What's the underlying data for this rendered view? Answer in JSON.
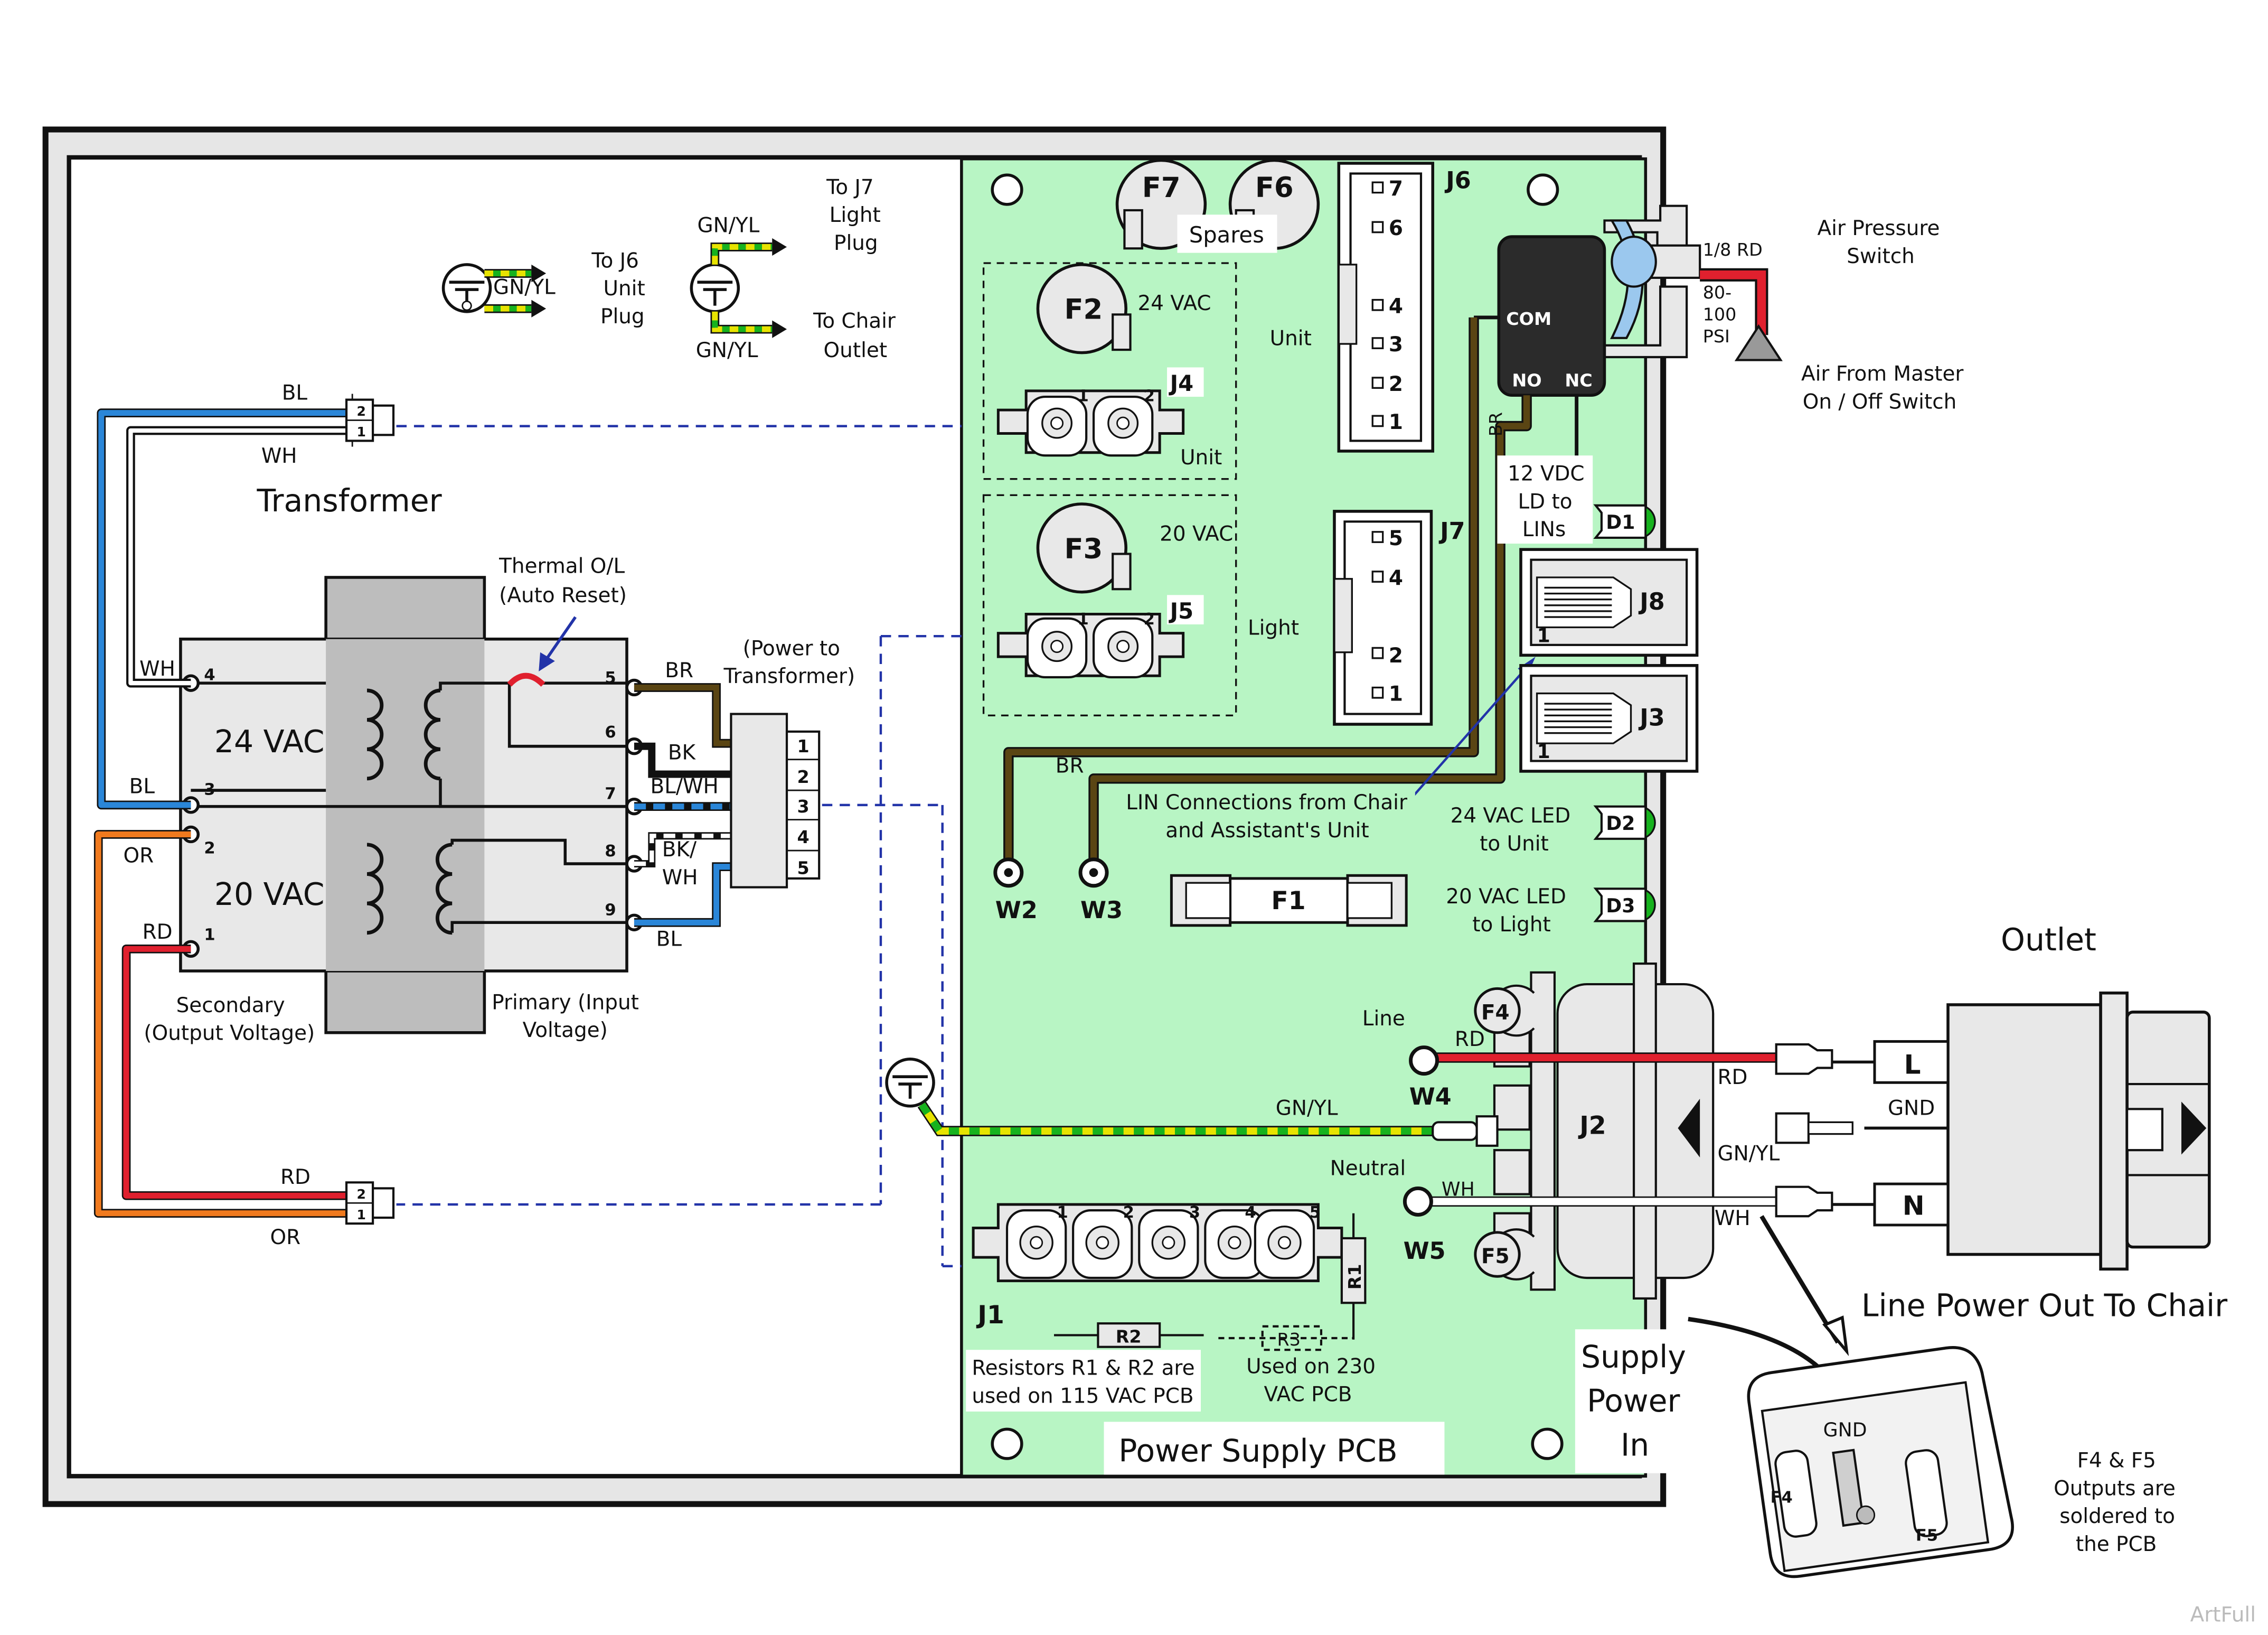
{
  "title": "Power Supply PCB",
  "transformer": {
    "label": "Transformer",
    "secondary_24": "24 VAC",
    "secondary_20": "20 VAC",
    "thermal": [
      "Thermal O/L",
      "(Auto Reset)"
    ],
    "secondary_caption": [
      "Secondary",
      "(Output Voltage)"
    ],
    "primary_caption": [
      "Primary (Input",
      "Voltage)"
    ],
    "power_to": [
      "(Power to",
      "Transformer)"
    ],
    "pins": [
      "1",
      "2",
      "3",
      "4",
      "5",
      "6",
      "7",
      "8",
      "9"
    ],
    "connector_pins": [
      "1",
      "2",
      "3",
      "4",
      "5"
    ],
    "plug_pins": [
      "2",
      "1"
    ]
  },
  "wire_colors": {
    "wh": "WH",
    "bl": "BL",
    "or": "OR",
    "rd": "RD",
    "br": "BR",
    "bk": "BK",
    "blwh": "BL/WH",
    "bkwh": [
      "BK/",
      "WH"
    ],
    "gnyl": "GN/YL",
    "gnd": "GND",
    "rd18": "1/8 RD"
  },
  "ground_labels": {
    "to_j6": [
      "To J6",
      "Unit",
      "Plug"
    ],
    "to_j7": [
      "To J7",
      "Light",
      "Plug"
    ],
    "to_chair": [
      "To Chair",
      "Outlet"
    ]
  },
  "pcb": {
    "fuses": {
      "f1": "F1",
      "f2": "F2",
      "f3": "F3",
      "f4": "F4",
      "f5": "F5",
      "f6": "F6",
      "f7": "F7"
    },
    "spares": "Spares",
    "f2_voltage": "24 VAC",
    "f3_voltage": "20 VAC",
    "unit": "Unit",
    "light": "Light",
    "connectors": {
      "j1": "J1",
      "j2": "J2",
      "j3": "J3",
      "j4": "J4",
      "j5": "J5",
      "j6": "J6",
      "j7": "J7",
      "j8": "J8"
    },
    "j6_pins": [
      "7",
      "6",
      "4",
      "3",
      "2",
      "1"
    ],
    "j7_pins": [
      "5",
      "4",
      "2",
      "1"
    ],
    "j1_pins": [
      "1",
      "2",
      "3",
      "4",
      "5"
    ],
    "j45_pins": [
      "1",
      "2"
    ],
    "rj_pin": "1",
    "leds": {
      "d1": "D1",
      "d2": "D2",
      "d3": "D3"
    },
    "led_12v": [
      "12 VDC",
      "LD to",
      "LINs"
    ],
    "led_24v": [
      "24 VAC LED",
      "to Unit"
    ],
    "led_20v": [
      "20 VAC LED",
      "to Light"
    ],
    "lin_text": [
      "LIN Connections from Chair",
      "and Assistant's Unit"
    ],
    "wires": {
      "w2": "W2",
      "w3": "W3",
      "w4": "W4",
      "w5": "W5"
    },
    "line": "Line",
    "neutral": "Neutral",
    "resistors": {
      "r1": "R1",
      "r2": "R2",
      "r3": "R3"
    },
    "res_note_115": [
      "Resistors R1 & R2 are",
      "used on 115 VAC PCB"
    ],
    "res_note_230": [
      "Used on 230",
      "VAC PCB"
    ]
  },
  "switch": {
    "com": "COM",
    "no": "NO",
    "nc": "NC",
    "title": [
      "Air Pressure",
      "Switch"
    ],
    "psi": [
      "80-",
      "100",
      "PSI"
    ],
    "air_from": [
      "Air From Master",
      "On / Off Switch"
    ]
  },
  "outlet": {
    "title": "Outlet",
    "l": "L",
    "n": "N",
    "line_out": "Line Power Out To Chair",
    "supply": [
      "Supply",
      "Power",
      "In"
    ],
    "f45_note": [
      "F4 & F5",
      "Outputs are",
      "soldered to",
      "the PCB"
    ]
  },
  "watermark": "ArtFull",
  "colors": {
    "pcb": "#b8f5c4",
    "blue": "#2a86d8",
    "red": "#e0202e",
    "orange": "#f07a1e",
    "brown": "#5a4513",
    "led": "#17b21e",
    "dash": "#2233a8"
  }
}
